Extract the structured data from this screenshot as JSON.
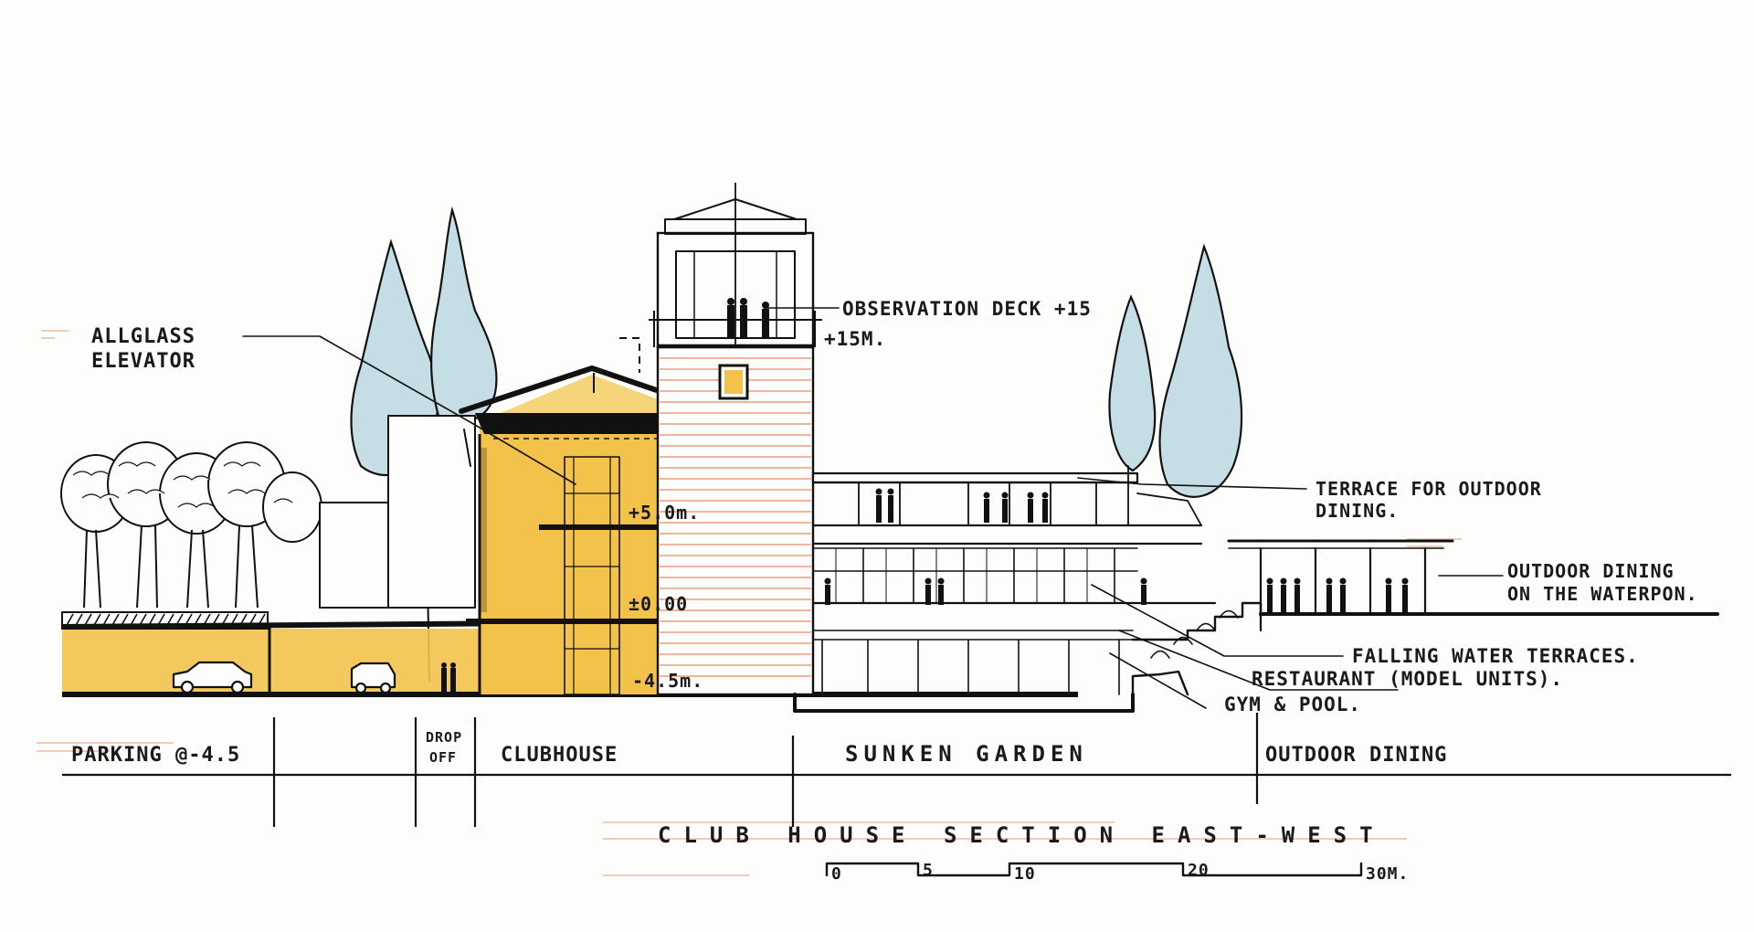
{
  "drawing": {
    "title": "CLUB HOUSE SECTION EAST-WEST",
    "colors": {
      "ink": "#111111",
      "ochre": "#f2c24a",
      "ochre_light": "#f6d47a",
      "sky_tree": "#c5dde4",
      "brick_lines": "#e88a6a"
    }
  },
  "callouts": {
    "elevator_line1": "ALLGLASS",
    "elevator_line2": "ELEVATOR",
    "observation": "OBSERVATION DECK +15",
    "observation_level": "+15M.",
    "terrace_line1": "TERRACE FOR OUTDOOR",
    "terrace_line2": "DINING.",
    "dining_line1": "OUTDOOR DINING",
    "dining_line2": "ON THE WATERPON.",
    "falling": "FALLING WATER TERRACES.",
    "restaurant": "RESTAURANT (MODEL UNITS).",
    "gym": "GYM & POOL."
  },
  "levels": {
    "upper": "+5.0m.",
    "ground": "±0.00",
    "basement": "-4.5m."
  },
  "zones": {
    "parking": "PARKING @-4.5",
    "drop_top": "DROP",
    "drop_bottom": "OFF",
    "clubhouse": "CLUBHOUSE",
    "sunken": "SUNKEN GARDEN",
    "outdoor": "OUTDOOR DINING"
  },
  "scale": {
    "ticks": [
      "0",
      "5",
      "10",
      "20",
      "30M."
    ]
  }
}
